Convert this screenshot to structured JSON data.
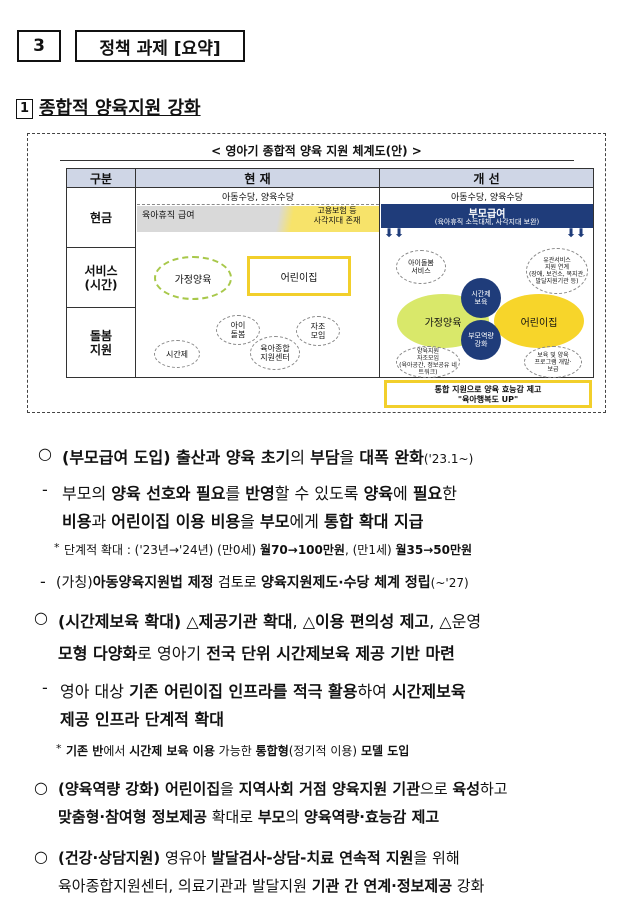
{
  "section": {
    "number": "3",
    "title": "정책 과제 [요약]"
  },
  "heading": {
    "number": "1",
    "title": "종합적 양육지원 강화"
  },
  "diagram": {
    "caption": "< 영아기 종합적 양육 지원 체계도(안) >",
    "col_headers": [
      "구분",
      "현 재",
      "개 선"
    ],
    "row_labels": [
      "현금",
      "서비스\n(시간)",
      "돌봄\n지원"
    ],
    "current": {
      "cash_top": "아동수당, 양육수당",
      "cash_leave": "육아휴직 급여",
      "cash_gap": "고용보험 등\n사각지대 존재",
      "svc_home": "가정양육",
      "svc_daycare": "어린이집",
      "care_items": [
        "아이\n돌봄",
        "자조\n모임",
        "시간제",
        "육아종합\n지원센터"
      ]
    },
    "improved": {
      "cash_top": "아동수당, 양육수당",
      "cash_main": "부모급여",
      "cash_sub": "(육아휴직 소득대체, 사각지대 보완)",
      "svc_home": "가정양육",
      "svc_daycare": "어린이집",
      "center_top": "시간제\n보육",
      "center_bottom": "부모역량\n강화",
      "outer_items": [
        "아이돌봄\n서비스",
        "유관서비스\n지원 연계\n(장애, 보건소, 복지관,\n발달지원기관 등)",
        "양육지원\n자조모임\n(육아공간, 정보공유 네트워크)",
        "보육 및 양육\n프로그램 개발·\n보급"
      ],
      "result_line1": "통합 지원으로 양육 효능감 제고",
      "result_line2": "\"육아행복도 UP\""
    }
  },
  "paragraphs": [
    {
      "marker": "○",
      "segs": [
        [
          "(부모급여 도입) 출산과 양육 초기",
          "b"
        ],
        [
          "의 ",
          ""
        ],
        [
          "부담",
          "b"
        ],
        [
          "을 ",
          ""
        ],
        [
          "대폭 완화",
          "b"
        ],
        [
          "('23.1~)",
          "s"
        ]
      ]
    },
    {
      "marker": "-",
      "segs": [
        [
          "부모의 ",
          ""
        ],
        [
          "양육 선호와 필요",
          "b"
        ],
        [
          "를 ",
          ""
        ],
        [
          "반영",
          "b"
        ],
        [
          "할 수 있도록 ",
          ""
        ],
        [
          "양육",
          "b"
        ],
        [
          "에 ",
          ""
        ],
        [
          "필요",
          "b"
        ],
        [
          "한",
          ""
        ]
      ]
    },
    {
      "marker": "",
      "segs": [
        [
          "비용",
          "b"
        ],
        [
          "과 ",
          ""
        ],
        [
          "어린이집 이용 비용",
          "b"
        ],
        [
          "을 ",
          ""
        ],
        [
          "부모",
          "b"
        ],
        [
          "에게 ",
          ""
        ],
        [
          "통합 확대 지급",
          "b"
        ]
      ]
    },
    {
      "marker": "*",
      "segs": [
        [
          "단계적 확대 : ('23년→'24년) (만0세) ",
          ""
        ],
        [
          "월70→100만원",
          "b"
        ],
        [
          ", (만1세) ",
          ""
        ],
        [
          "월35→50만원",
          "b"
        ]
      ]
    },
    {
      "marker": "-",
      "segs": [
        [
          "(가칭)",
          ""
        ],
        [
          "아동양육지원법 제정",
          "b"
        ],
        [
          " 검토로 ",
          ""
        ],
        [
          "양육지원제도·수당 체계 정립",
          "b"
        ],
        [
          "(~'27)",
          "s"
        ]
      ]
    },
    {
      "marker": "○",
      "segs": [
        [
          "(시간제보육 확대)",
          "b"
        ],
        [
          " △",
          ""
        ],
        [
          "제공기관 확대",
          "b"
        ],
        [
          ", △",
          ""
        ],
        [
          "이용 편의성 제고",
          "b"
        ],
        [
          ", △운영",
          ""
        ]
      ]
    },
    {
      "marker": "",
      "segs": [
        [
          "모형 다양화",
          "b"
        ],
        [
          "로 영아기 ",
          ""
        ],
        [
          "전국 단위 시간제보육 제공 기반 마련",
          "b"
        ]
      ]
    },
    {
      "marker": "-",
      "segs": [
        [
          "영아 대상 ",
          ""
        ],
        [
          "기존 어린이집 인프라를 적극 활용",
          "b"
        ],
        [
          "하여 ",
          ""
        ],
        [
          "시간제보육",
          "b"
        ]
      ]
    },
    {
      "marker": "",
      "segs": [
        [
          "제공 인프라 단계적 확대",
          "b"
        ]
      ]
    },
    {
      "marker": "*",
      "segs": [
        [
          "기존 반",
          "b"
        ],
        [
          "에서 ",
          ""
        ],
        [
          "시간제 보육 이용",
          "b"
        ],
        [
          " 가능한 ",
          ""
        ],
        [
          "통합형",
          "b"
        ],
        [
          "(정기적 이용) ",
          ""
        ],
        [
          "모델 도입",
          "b"
        ]
      ]
    },
    {
      "marker": "○",
      "segs": [
        [
          "(양육역량 강화) 어린이집",
          "b"
        ],
        [
          "을 ",
          ""
        ],
        [
          "지역사회 거점 양육지원 기관",
          "b"
        ],
        [
          "으로 ",
          ""
        ],
        [
          "육성",
          "b"
        ],
        [
          "하고",
          ""
        ]
      ]
    },
    {
      "marker": "",
      "segs": [
        [
          "맞춤형·참여형 정보제공",
          "b"
        ],
        [
          " 확대로 ",
          ""
        ],
        [
          "부모",
          "b"
        ],
        [
          "의 ",
          ""
        ],
        [
          "양육역량·효능감 제고",
          "b"
        ]
      ]
    },
    {
      "marker": "○",
      "segs": [
        [
          "(건강·상담지원)",
          "b"
        ],
        [
          " 영유아 ",
          ""
        ],
        [
          "발달검사-상담-치료 연속적 지원",
          "b"
        ],
        [
          "을 위해",
          ""
        ]
      ]
    },
    {
      "marker": "",
      "segs": [
        [
          "육아종합지원센터, 의료기관과 발달지원 ",
          ""
        ],
        [
          "기관 간 연계·정보제공",
          "b"
        ],
        [
          " 강화",
          ""
        ]
      ]
    }
  ]
}
